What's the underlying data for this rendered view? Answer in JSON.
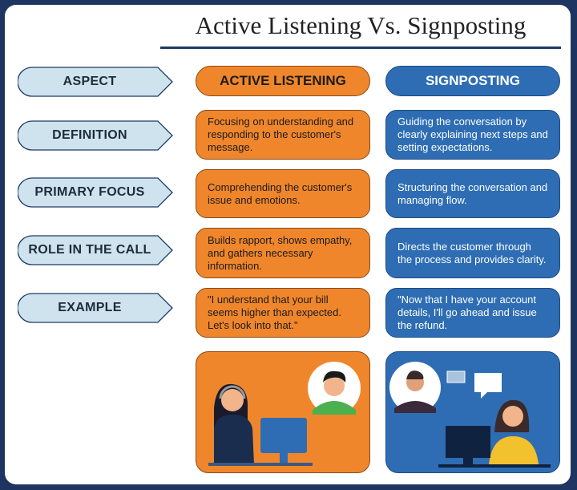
{
  "title": "Active Listening Vs. Signposting",
  "columns": {
    "active": "ACTIVE LISTENING",
    "signposting": "SIGNPOSTING"
  },
  "aspect_label": "ASPECT",
  "rows": [
    {
      "aspect": "DEFINITION",
      "active": "Focusing on understanding and responding to the customer's message.",
      "signposting": "Guiding the conversation by clearly explaining next steps and setting  expectations."
    },
    {
      "aspect": "PRIMARY FOCUS",
      "active": "Comprehending the customer's issue and emotions.",
      "signposting": "Structuring the conversation and managing flow."
    },
    {
      "aspect": "ROLE IN THE CALL",
      "active": "Builds rapport, shows empathy, and gathers necessary information.",
      "signposting": "Directs the customer through the process and provides clarity."
    },
    {
      "aspect": "EXAMPLE",
      "active": "\"I understand that your bill seems higher than expected. Let's look into that.\"",
      "signposting": "\"Now that I have your account details, I'll go ahead and issue the refund."
    }
  ],
  "colors": {
    "orange": "#f0862b",
    "blue": "#2e6db3",
    "navy": "#1d3560",
    "label_bg": "#cfe3ee"
  }
}
